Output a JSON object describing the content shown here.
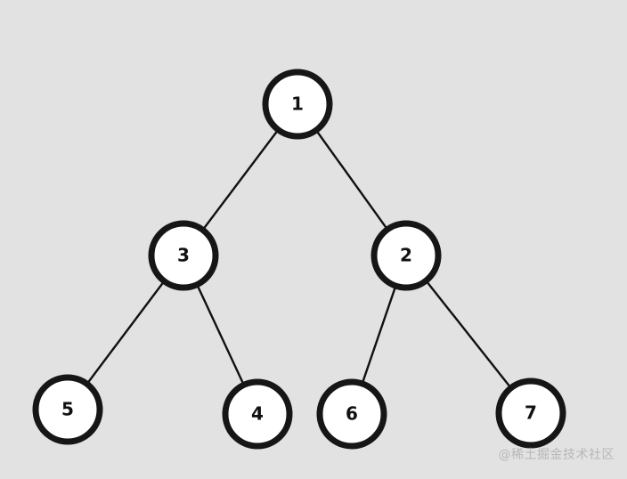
{
  "tree": {
    "nodes": [
      {
        "id": "1",
        "label": "1"
      },
      {
        "id": "3",
        "label": "3"
      },
      {
        "id": "2",
        "label": "2"
      },
      {
        "id": "5",
        "label": "5"
      },
      {
        "id": "4",
        "label": "4"
      },
      {
        "id": "6",
        "label": "6"
      },
      {
        "id": "7",
        "label": "7"
      }
    ],
    "edges": [
      {
        "from": "1",
        "to": "3"
      },
      {
        "from": "1",
        "to": "2"
      },
      {
        "from": "3",
        "to": "5"
      },
      {
        "from": "3",
        "to": "4"
      },
      {
        "from": "2",
        "to": "6"
      },
      {
        "from": "2",
        "to": "7"
      }
    ]
  },
  "watermark": {
    "text": "@稀土掘金技术社区"
  },
  "colors": {
    "background": "#e2e2e2",
    "node_fill": "#ffffff",
    "node_stroke": "#161616",
    "edge": "#111111",
    "watermark": "#b7b7b7"
  }
}
